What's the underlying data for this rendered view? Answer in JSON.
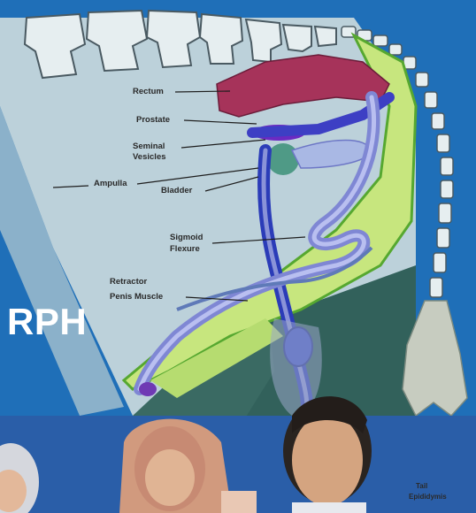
{
  "brand_text": "RPH",
  "labels": {
    "rectum": "Rectum",
    "prostate": "Prostate",
    "seminal_vesicles_1": "Seminal",
    "seminal_vesicles_2": "Vesicles",
    "ampulla": "Ampulla",
    "bladder": "Bladder",
    "sigmoid_flexure_1": "Sigmoid",
    "sigmoid_flexure_2": "Flexure",
    "retractor_penis_1": "Retractor",
    "retractor_penis_2": "Penis Muscle",
    "epididymis_1": "Tail",
    "epididymis_2": "Epididymis"
  },
  "colors": {
    "background": "#1f6fb8",
    "bone": "#e4ecef",
    "rectum": "#a6335a",
    "vas": "#2b3cb8",
    "penis": "#8a93d8",
    "tissue_green": "#c9e882",
    "dark_panel": "#32615b"
  }
}
